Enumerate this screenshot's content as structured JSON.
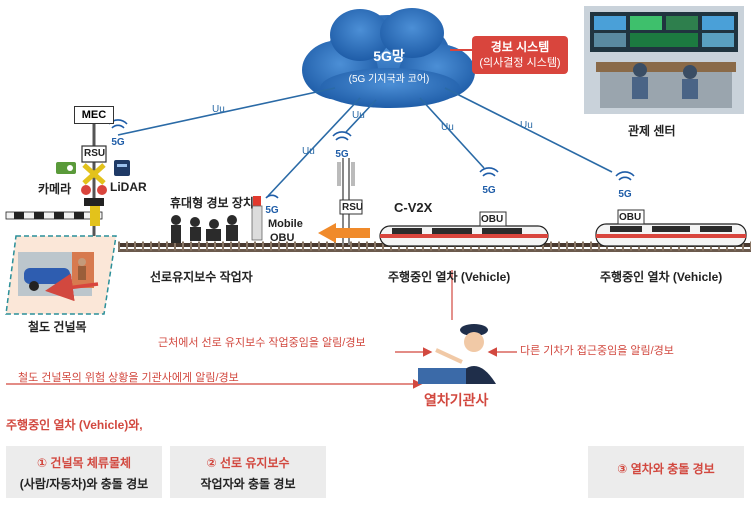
{
  "network": {
    "title": "5G망",
    "subtitle": "(5G 기지국과 코어)"
  },
  "warning_system": {
    "line1": "경보 시스템",
    "line2": "(의사결정 시스템)"
  },
  "control_center": {
    "label": "관제 센터"
  },
  "mec": {
    "label": "MEC"
  },
  "rsu_left": {
    "label": "RSU"
  },
  "rsu_right": {
    "label": "RSU"
  },
  "badge_5g": "5G",
  "link_label": "Uu",
  "camera": {
    "label": "카메라"
  },
  "lidar": {
    "label": "LiDAR"
  },
  "portable": {
    "label": "휴대형 경보 장치",
    "mobile": "Mobile",
    "obu": "OBU"
  },
  "v2x": {
    "label": "C-V2X"
  },
  "train_mid": {
    "obu": "OBU",
    "label": "주행중인 열차 (Vehicle)"
  },
  "train_right": {
    "obu": "OBU",
    "label": "주행중인 열차 (Vehicle)"
  },
  "workers": {
    "label": "선로유지보수 작업자"
  },
  "crossing": {
    "label": "철도 건널목"
  },
  "engineer": {
    "label": "열차기관사"
  },
  "messages": {
    "work_alert": "근처에서 선로 유지보수 작업중임을 알림/경보",
    "train_alert": "다른 기차가 접근중임을 알림/경보",
    "crossing_alert": "철도 건널목의 위험  상황을 기관사에게 알림/경보"
  },
  "intro": "주행중인 열차 (Vehicle)와,",
  "cases": [
    {
      "line1": "① 건널목 체류물체",
      "line2": "(사람/자동차)와 충돌 경보"
    },
    {
      "line1": "② 선로 유지보수",
      "line2": "작업자와 충돌 경보"
    },
    {
      "line1": "③ 열차와 충돌 경보",
      "line2": ""
    }
  ],
  "colors": {
    "accent_red": "#d2483f",
    "cloud_blue": "#2f6fb8",
    "link_blue": "#2a6aa6",
    "warn_red": "#d9453d"
  }
}
